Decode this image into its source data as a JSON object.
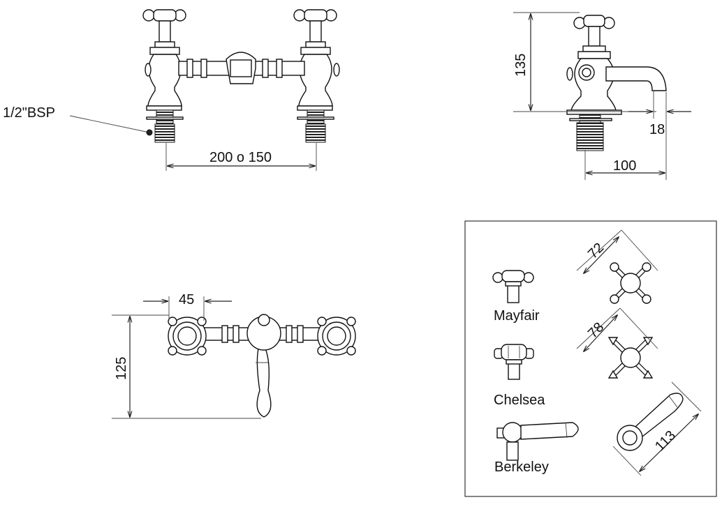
{
  "front_view": {
    "connection_label": "1/2\"BSP",
    "centres_label": "200 o 150"
  },
  "side_view": {
    "height_label": "135",
    "spout_offset_label": "18",
    "spout_reach_label": "100"
  },
  "top_view": {
    "handle_width_label": "45",
    "depth_label": "125"
  },
  "handle_options": {
    "mayfair_label": "Mayfair",
    "chelsea_label": "Chelsea",
    "berkeley_label": "Berkeley",
    "mayfair_span": "72",
    "chelsea_span": "78",
    "berkeley_length": "113"
  }
}
